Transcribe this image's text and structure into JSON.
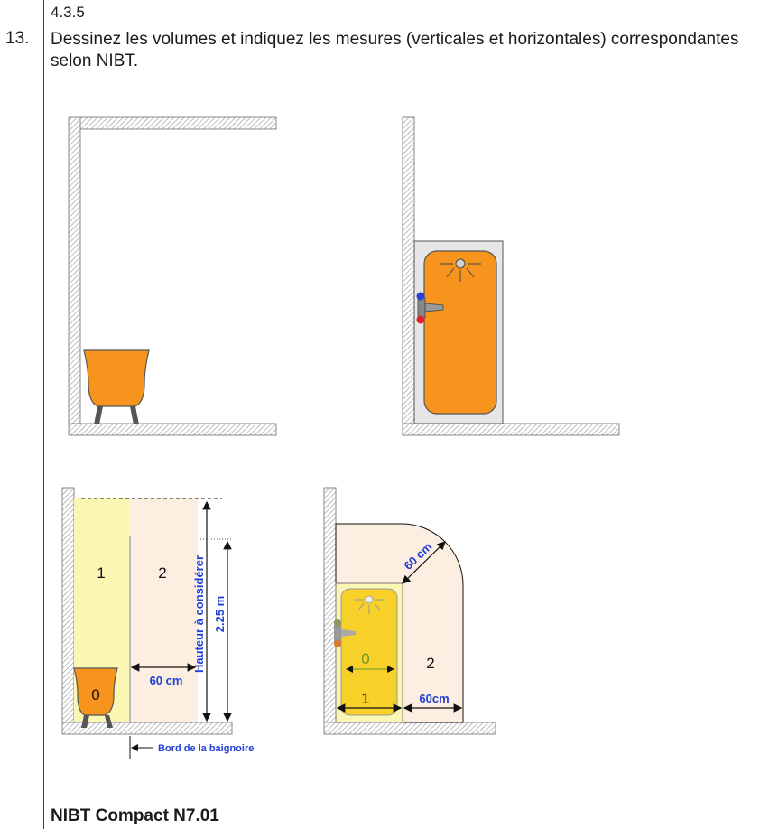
{
  "document": {
    "section": "4.3.5",
    "question_number": "13.",
    "question_text": "Dessinez les volumes et indiquez les mesures (verticales et horizontales) correspondantes selon NIBT.",
    "footer": "NIBT Compact N7.01"
  },
  "figure_zones": {
    "zone_1": "1",
    "zone_2": "2",
    "zone_0": "0",
    "dim_60cm": "60 cm",
    "dim_225m": "2.25 m",
    "dim_hauteur": "Hauteur à considérer",
    "edge_label": "Bord de la baignoire"
  },
  "figure_corner": {
    "zone_0": "0",
    "zone_1": "1",
    "zone_2": "2",
    "dim_60cm_diag": "60 cm",
    "dim_60cm_right": "60cm"
  },
  "colors": {
    "orange": "#F7941D",
    "zone1_yellow": "#FAF6B4",
    "zone2_peach": "#FCEEE1",
    "zone0_yellow": "#F7D02A",
    "dimension_blue": "#1f3fd6",
    "wall_hatch": "#9a9a9a"
  }
}
